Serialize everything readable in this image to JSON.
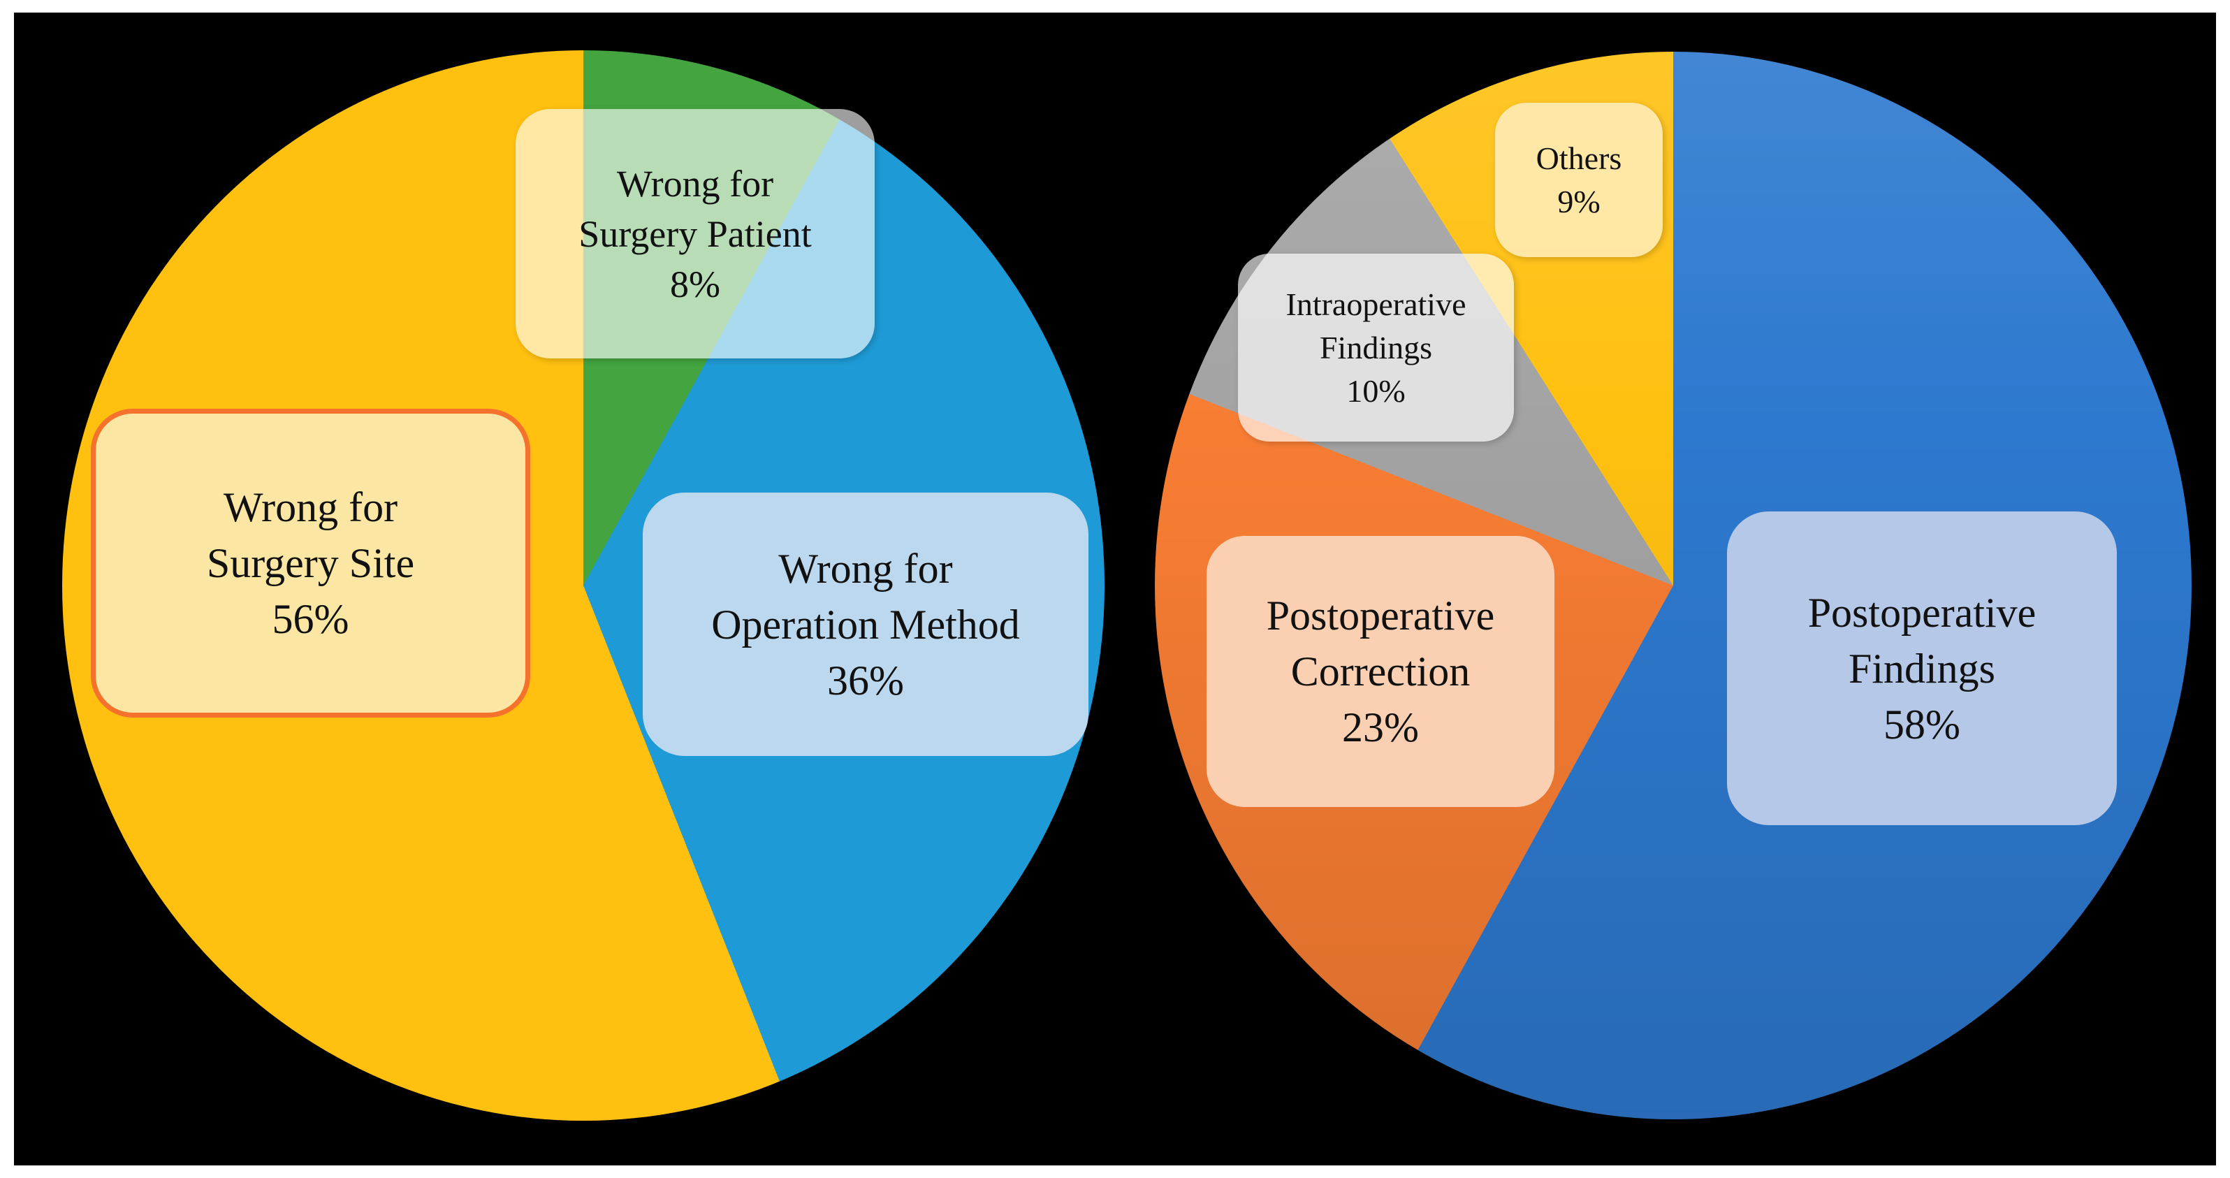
{
  "page": {
    "background_color": "#FFFFFF",
    "canvas_color": "#000000",
    "text_color": "#111111"
  },
  "chart_data": [
    {
      "type": "pie",
      "position": "left",
      "start_angle_deg": 0,
      "direction": "clockwise",
      "legend": false,
      "labels_on_chart": true,
      "slices": [
        {
          "label": "Wrong for Surgery Patient",
          "value_pct": 8,
          "pct_label": "8%",
          "color": "#43A440",
          "label_lines": [
            "Wrong for",
            "Surgery Patient"
          ],
          "box_fill": "rgba(255,255,255,0.62)"
        },
        {
          "label": "Wrong for Operation Method",
          "value_pct": 36,
          "pct_label": "36%",
          "color": "#1E9BD6",
          "label_lines": [
            "Wrong for",
            "Operation Method"
          ],
          "box_fill": "#BCD8EE"
        },
        {
          "label": "Wrong for Surgery Site",
          "value_pct": 56,
          "pct_label": "56%",
          "color": "#FFC010",
          "label_lines": [
            "Wrong for",
            "Surgery Site"
          ],
          "box_fill": "#FBE7A3",
          "box_border": "#F4722B"
        }
      ]
    },
    {
      "type": "pie",
      "position": "right",
      "start_angle_deg": 0,
      "direction": "clockwise",
      "legend": false,
      "labels_on_chart": true,
      "slices": [
        {
          "label": "Postoperative Findings",
          "value_pct": 58,
          "pct_label": "58%",
          "color": "#2D79CF",
          "label_lines": [
            "Postoperative",
            "Findings"
          ],
          "box_fill": "#B5C8E8"
        },
        {
          "label": "Postoperative Correction",
          "value_pct": 23,
          "pct_label": "23%",
          "color": "#F87D33",
          "label_lines": [
            "Postoperative",
            "Correction"
          ],
          "box_fill": "#FBD0B2"
        },
        {
          "label": "Intraoperative Findings",
          "value_pct": 10,
          "pct_label": "10%",
          "color": "#A3A3A3",
          "label_lines": [
            "Intraoperative",
            "Findings"
          ],
          "box_fill": "rgba(255,255,255,0.66)"
        },
        {
          "label": "Others",
          "value_pct": 9,
          "pct_label": "9%",
          "color": "#FFC010",
          "label_lines": [
            "Others"
          ],
          "box_fill": "rgba(255,255,255,0.60)"
        }
      ]
    }
  ]
}
